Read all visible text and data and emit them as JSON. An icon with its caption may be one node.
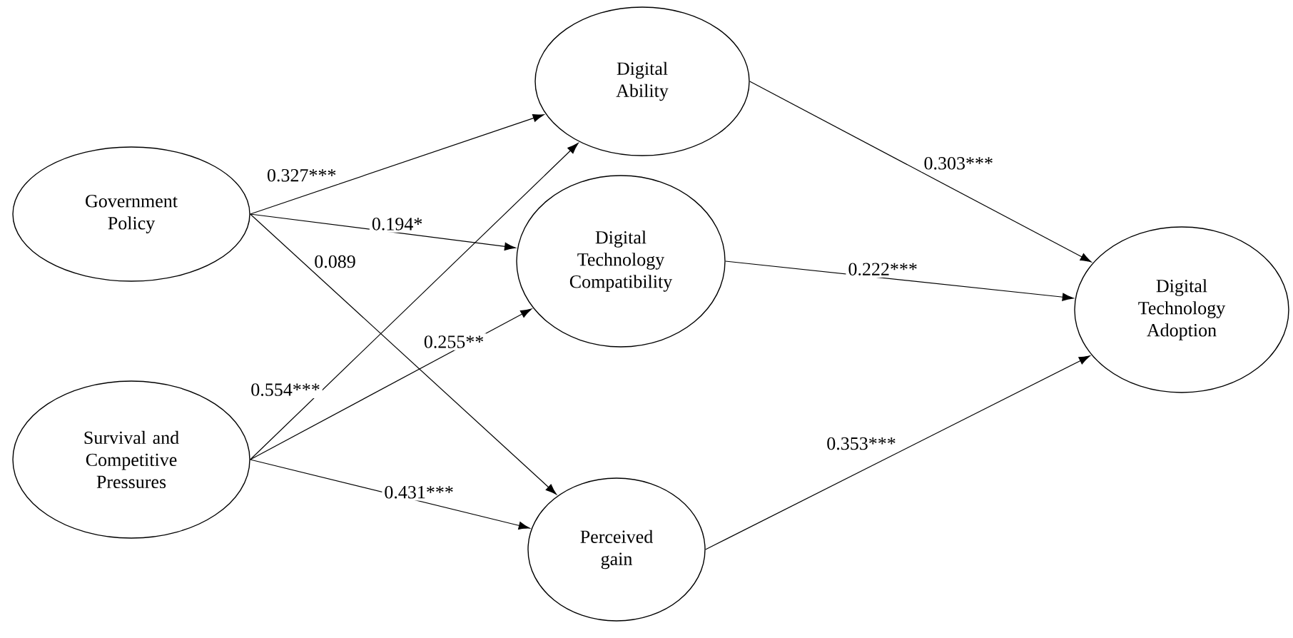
{
  "diagram": {
    "nodes": [
      {
        "text": [
          "Government Policy"
        ]
      },
      {
        "text": [
          "Survival and Competitive Pressures"
        ]
      },
      {
        "text": [
          "Digital Ability"
        ]
      },
      {
        "text": [
          "Digital Technology Compatibility"
        ]
      },
      {
        "text": [
          "Perceived gain"
        ]
      },
      {
        "text": [
          "Digital Technology Adoption"
        ]
      }
    ],
    "edges": [
      {
        "from": 0,
        "to": 2,
        "arrow": "to",
        "label": "0.327***"
      },
      {
        "from": 0,
        "to": 3,
        "arrow": "to",
        "label": "0.194*"
      },
      {
        "from": 0,
        "to": 4,
        "arrow": "to",
        "label": "0.089"
      },
      {
        "from": 1,
        "to": 2,
        "arrow": "to",
        "label": "0.554***"
      },
      {
        "from": 1,
        "to": 3,
        "arrow": "to",
        "label": "0.255**"
      },
      {
        "from": 1,
        "to": 4,
        "arrow": "to",
        "label": "0.431***"
      },
      {
        "from": 2,
        "to": 5,
        "arrow": "to",
        "label": "0.303***"
      },
      {
        "from": 3,
        "to": 5,
        "arrow": "to",
        "label": "0.222***"
      },
      {
        "from": 4,
        "to": 5,
        "arrow": "to",
        "label": "0.353***"
      }
    ]
  }
}
